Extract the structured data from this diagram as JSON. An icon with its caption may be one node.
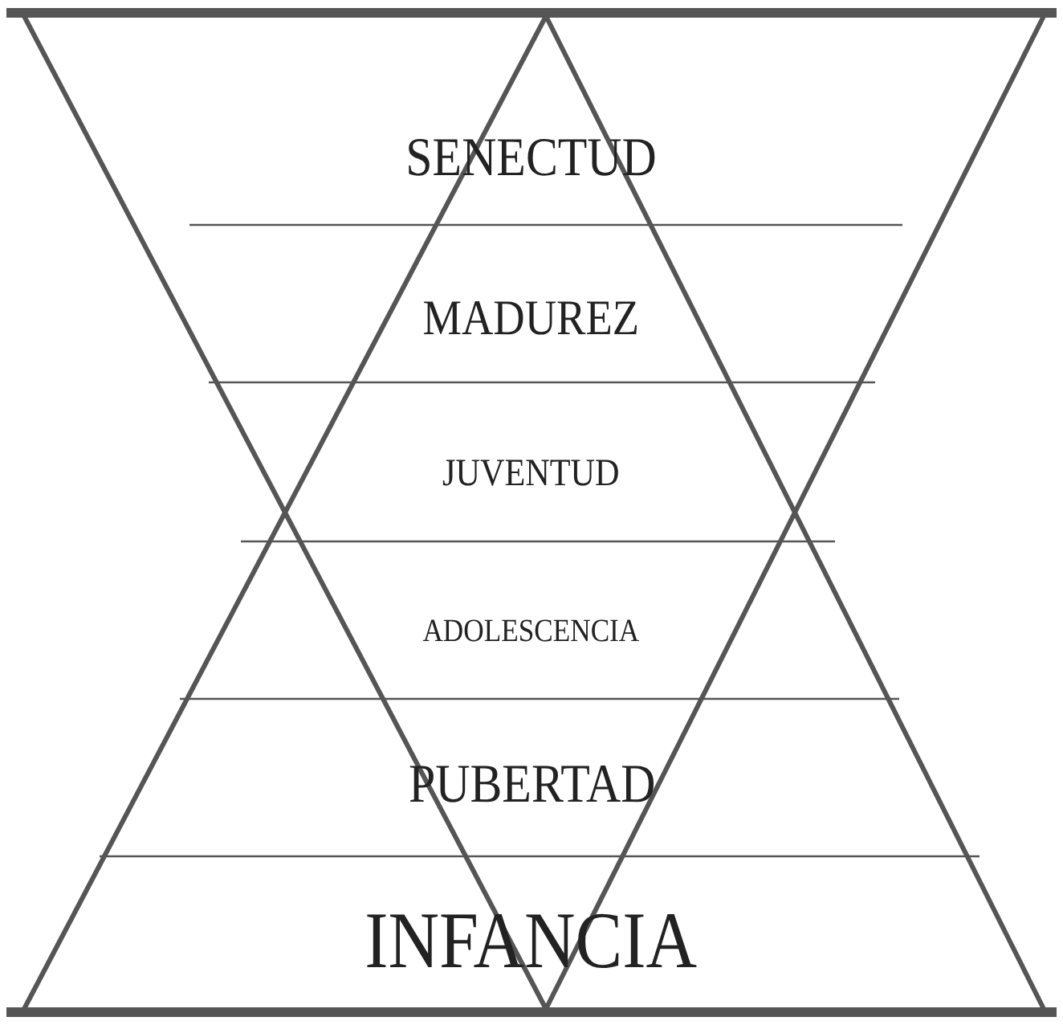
{
  "diagram": {
    "labels": [
      "SENECTUD",
      "MADUREZ",
      "JUVENTUD",
      "ADOLESCENCIA",
      "PUBERTAD",
      "INFANCIA"
    ]
  }
}
